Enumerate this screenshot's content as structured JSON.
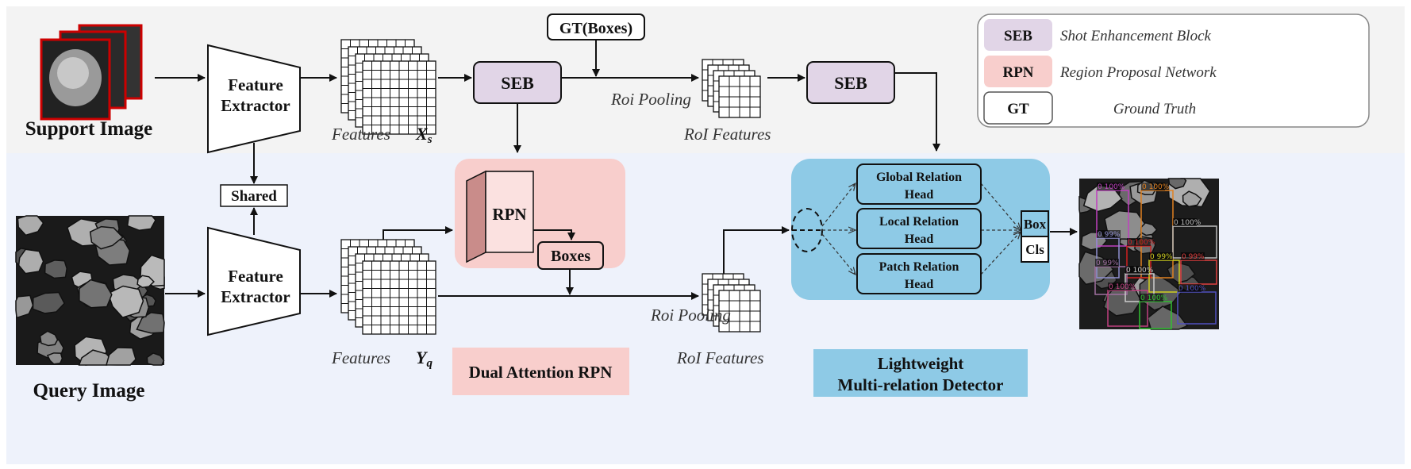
{
  "support": {
    "label": "Support Image"
  },
  "query": {
    "label": "Query Image"
  },
  "extractor": {
    "line1": "Feature",
    "line2": "Extractor"
  },
  "shared": "Shared",
  "features_top": {
    "label": "Features",
    "symbol": "X",
    "sub": "s"
  },
  "features_bottom": {
    "label": "Features",
    "symbol": "Y",
    "sub": "q"
  },
  "seb": "SEB",
  "gt_boxes": "GT(Boxes)",
  "roi_pooling": "Roi Pooling",
  "roi_features": "RoI Features",
  "rpn": {
    "cube": "RPN",
    "boxes": "Boxes",
    "title": "Dual Attention RPN"
  },
  "detector": {
    "heads": [
      {
        "line1": "Global Relation",
        "line2": "Head"
      },
      {
        "line1": "Local Relation",
        "line2": "Head"
      },
      {
        "line1": "Patch Relation",
        "line2": "Head"
      }
    ],
    "box": "Box",
    "cls": "Cls",
    "title1": "Lightweight",
    "title2": "Multi-relation Detector"
  },
  "legend": [
    {
      "key": "SEB",
      "text": "Shot Enhancement Block",
      "color": "#e1d5e7"
    },
    {
      "key": "RPN",
      "text": "Region Proposal Network",
      "color": "#f8cecc"
    },
    {
      "key": "GT",
      "text": "Ground Truth",
      "color": "#ffffff"
    }
  ],
  "detections": [
    {
      "label": "0 100%",
      "color": "#c040c0"
    },
    {
      "label": "0 100%",
      "color": "#e08020"
    },
    {
      "label": "0 100%",
      "color": "#bbbbbb"
    },
    {
      "label": "0 99%",
      "color": "#9090d0"
    },
    {
      "label": "0 100%",
      "color": "#d02020"
    },
    {
      "label": "0 99%",
      "color": "#d0d020"
    },
    {
      "label": "0 99%",
      "color": "#e04040"
    },
    {
      "label": "0 99%",
      "color": "#a070a0"
    },
    {
      "label": "0 100%",
      "color": "#cccccc"
    },
    {
      "label": "0 100%",
      "color": "#c04080"
    },
    {
      "label": "0 100%",
      "color": "#30c030"
    },
    {
      "label": "0 100%",
      "color": "#5050c0"
    }
  ],
  "colors": {
    "top_band": "#f3f3f3",
    "bottom_band": "#eef2fb",
    "seb": "#e1d5e7",
    "rpn": "#f8cecc",
    "detector": "#8ecae6"
  }
}
